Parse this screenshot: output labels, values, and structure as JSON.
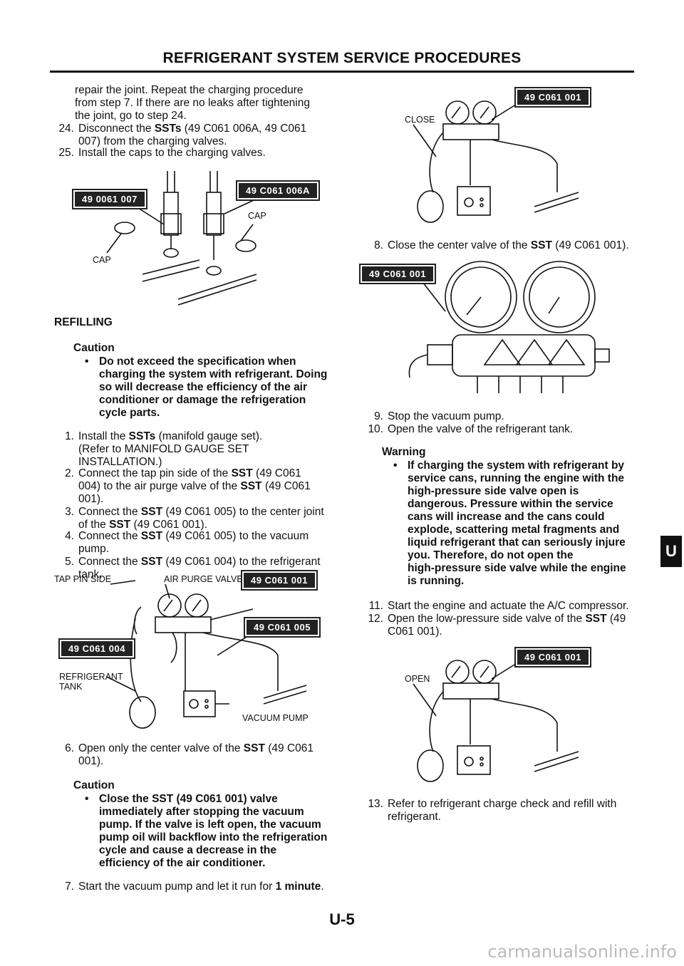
{
  "header": {
    "title": "REFRIGERANT SYSTEM SERVICE PROCEDURES"
  },
  "intro": {
    "line1": "repair the joint. Repeat the charging procedure",
    "line2": "from step 7. If there are no leaks after tightening",
    "line3": "the joint, go to step 24."
  },
  "step24": {
    "num": "24.",
    "a": "Disconnect the ",
    "sst": "SSTs",
    "b": " (49 C061 006A, 49 C061",
    "line2": "007) from the charging valves."
  },
  "step25": {
    "num": "25.",
    "text": "Install the caps to the charging valves."
  },
  "fig1": {
    "tag_left": "49 0061 007",
    "tag_right": "49 C061 006A",
    "cap_right": "CAP",
    "cap_left": "CAP"
  },
  "refilling": {
    "heading": "REFILLING"
  },
  "caution1": {
    "title": "Caution",
    "bullet": "•",
    "lines": [
      "Do not exceed the specification when",
      "charging the system with refrigerant. Doing",
      "so will decrease the efficiency of the air",
      "conditioner or damage the refrigeration",
      "cycle parts."
    ]
  },
  "steps_left": {
    "s1": {
      "num": "1.",
      "a": "Install the ",
      "sst": "SSTs",
      "b": " (manifold gauge set).",
      "l2": "(Refer to MANIFOLD GAUGE SET",
      "l3": "INSTALLATION.)"
    },
    "s2": {
      "num": "2.",
      "a": "Connect the tap pin side of the ",
      "sst": "SST",
      "b": " (49 C061",
      "l2a": "004) to the air purge valve of the ",
      "l2sst": "SST",
      "l2b": " (49 C061",
      "l3": "001)."
    },
    "s3": {
      "num": "3.",
      "a": "Connect the ",
      "sst": "SST",
      "b": " (49 C061 005) to the center joint",
      "l2a": "of the ",
      "l2sst": "SST",
      "l2b": " (49 C061 001)."
    },
    "s4": {
      "num": "4.",
      "a": "Connect the ",
      "sst": "SST",
      "b": " (49 C061 005) to the vacuum",
      "l2": "pump."
    },
    "s5": {
      "num": "5.",
      "a": "Connect the ",
      "sst": "SST",
      "b": " (49 C061 004) to the refrigerant",
      "l2": "tank."
    }
  },
  "fig2": {
    "tap_pin_side": "TAP PIN SIDE",
    "air_purge_valve": "AIR PURGE VALVE",
    "tag1": "49 C061 001",
    "tag2": "49 C061 005",
    "tag3": "49 C061 004",
    "refrigerant_tank_1": "REFRIGERANT",
    "refrigerant_tank_2": "TANK",
    "vacuum_pump": "VACUUM PUMP"
  },
  "step6": {
    "num": "6.",
    "a": "Open only the center valve of the ",
    "sst": "SST",
    "b": " (49 C061",
    "l2": "001)."
  },
  "caution2": {
    "title": "Caution",
    "bullet": "•",
    "lines": [
      "Close the SST (49 C061 001) valve",
      "immediately after stopping the vacuum",
      "pump. If the valve is left open, the vacuum",
      "pump oil will backflow into the refrigeration",
      "cycle and cause a decrease in the",
      "efficiency of the air conditioner."
    ]
  },
  "step7": {
    "num": "7.",
    "a": "Start the vacuum pump and let it run for ",
    "bold": "1 minute",
    "b": "."
  },
  "fig3": {
    "tag": "49 C061 001",
    "label": "CLOSE"
  },
  "step8": {
    "num": "8.",
    "a": "Close the center valve of the ",
    "sst": "SST",
    "b": " (49 C061 001)."
  },
  "fig4": {
    "tag": "49 C061 001"
  },
  "step9": {
    "num": "9.",
    "text": "Stop the vacuum pump."
  },
  "step10": {
    "num": "10.",
    "text": "Open the valve of the refrigerant tank."
  },
  "warning": {
    "title": "Warning",
    "bullet": "•",
    "lines": [
      "If charging the system with refrigerant by",
      "service cans, running the engine with the",
      "high-pressure side valve open is",
      "dangerous. Pressure within the service",
      "cans will increase and the cans could",
      "explode, scattering metal fragments and",
      "liquid refrigerant that can seriously injure",
      "you. Therefore, do not open the",
      "high-pressure side valve while the engine",
      "is running."
    ]
  },
  "step11": {
    "num": "11.",
    "text": "Start the engine and actuate the A/C compressor."
  },
  "step12": {
    "num": "12.",
    "a": "Open the low-pressure side valve of the ",
    "sst": "SST",
    "b": " (49",
    "l2": "C061 001)."
  },
  "fig5": {
    "tag": "49 C061 001",
    "label": "OPEN"
  },
  "step13": {
    "num": "13.",
    "l1": "Refer to refrigerant charge check and refill with",
    "l2": "refrigerant."
  },
  "page_number": "U-5",
  "side_tab": "U",
  "watermark": "carmanualsonline.info",
  "colors": {
    "ink": "#111111",
    "tag_bg": "#222222",
    "paper": "#ffffff"
  }
}
